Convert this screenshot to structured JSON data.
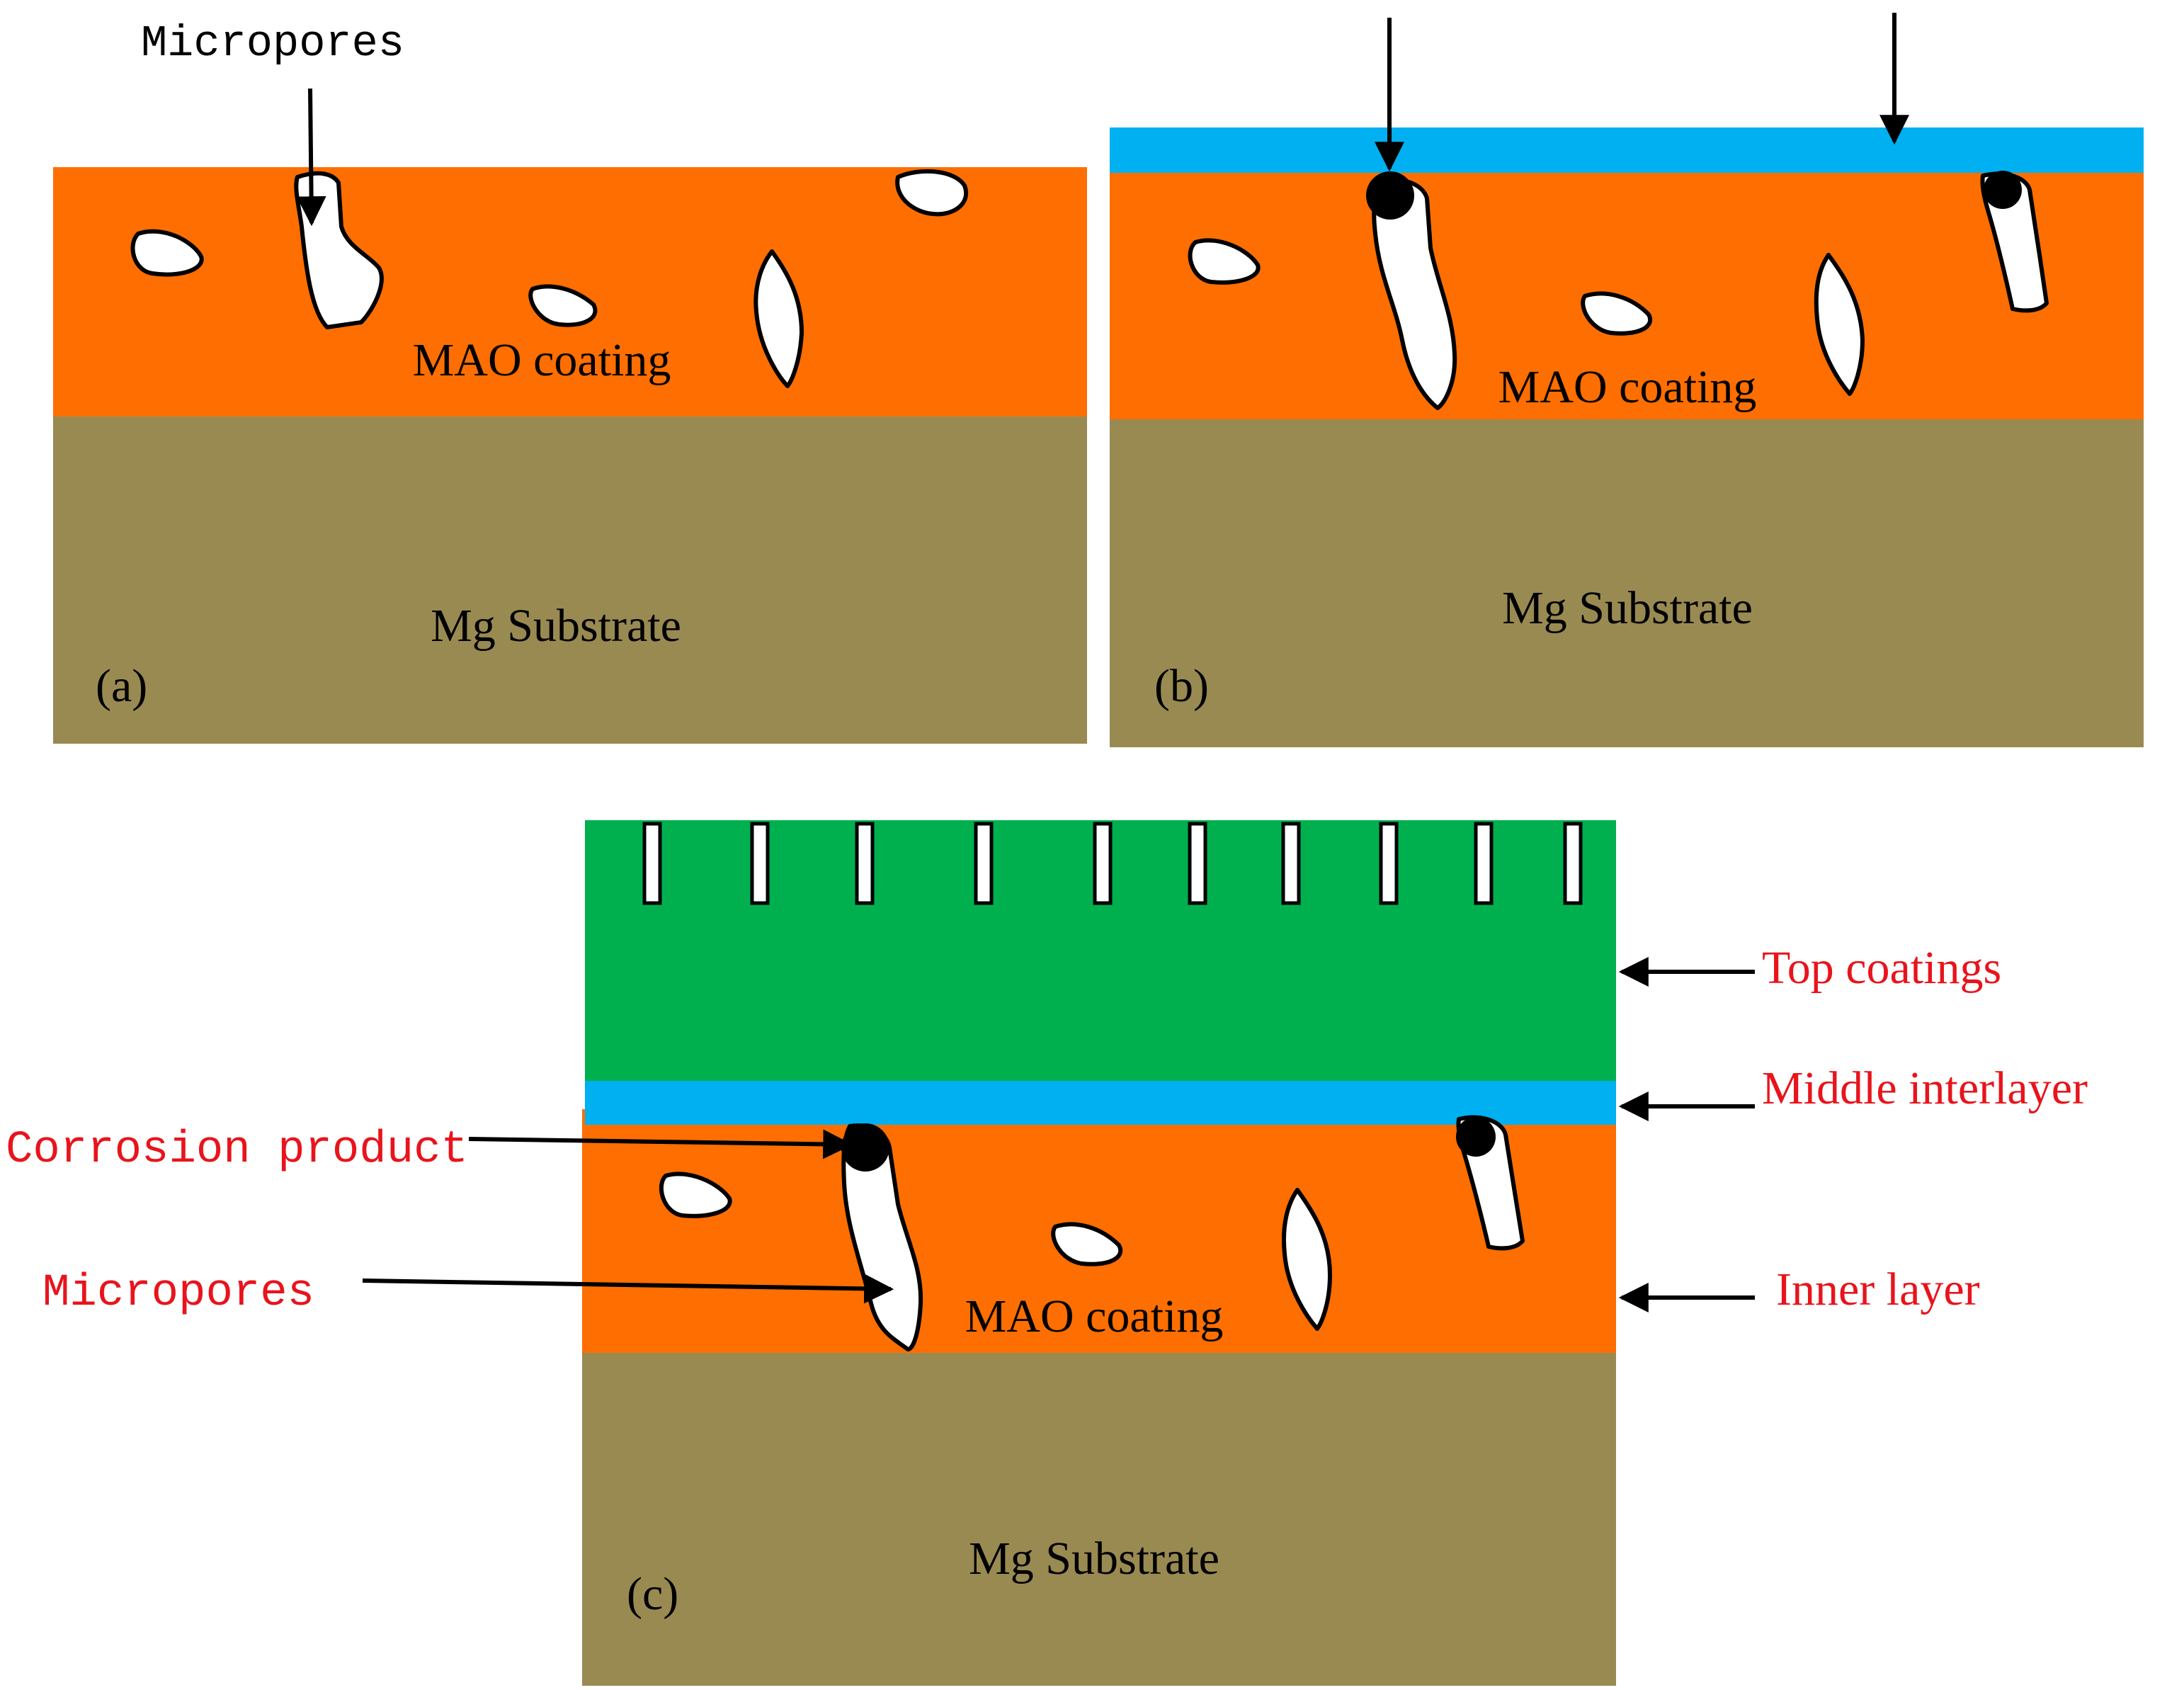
{
  "colors": {
    "mao": "#FF6E00",
    "substrate": "#998A52",
    "interlayer": "#00B0F0",
    "top_coating": "#00B04F",
    "pore_fill": "#FFFFFF",
    "outline": "#000000",
    "annotation_red": "#E8141C"
  },
  "panel_a": {
    "tag": "(a)",
    "micropores_label": "Micropores",
    "mao_label": "MAO coating",
    "substrate_label": "Mg Substrate"
  },
  "panel_b": {
    "tag": "(b)",
    "mao_label": "MAO coating",
    "substrate_label": "Mg Substrate"
  },
  "panel_c": {
    "tag": "(c)",
    "mao_label": "MAO coating",
    "substrate_label": "Mg Substrate",
    "top_coatings_label": "Top coatings",
    "middle_interlayer_label": "Middle interlayer",
    "inner_layer_label": "Inner layer",
    "corrosion_product_label": "Corrosion product",
    "micropores_label": "Micropores"
  },
  "icons": {
    "arrow": "arrow-icon",
    "corrosion_dot": "corrosion-dot-icon",
    "pore": "pore-shape-icon"
  }
}
